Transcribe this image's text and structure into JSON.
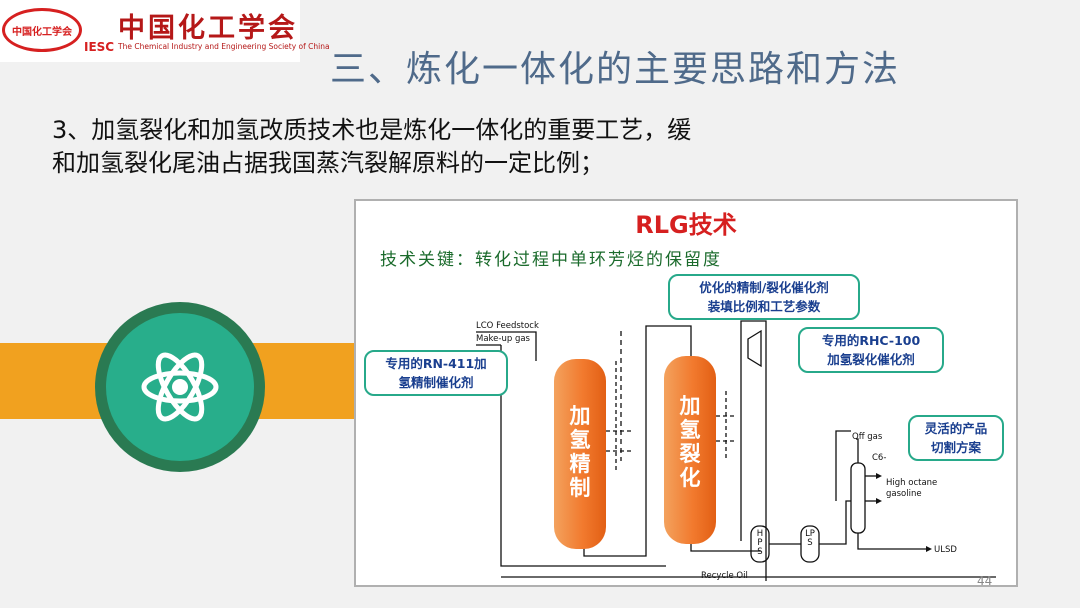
{
  "logo": {
    "oval_text": "中国化工学会",
    "iesc": "IESC",
    "cn_name": "中国化工学会",
    "en_name": "The Chemical Industry and Engineering Society of China"
  },
  "slide": {
    "title": "三、炼化一体化的主要思路和方法",
    "body_text": "3、加氢裂化和加氢改质技术也是炼化一体化的重要工艺，缓和加氢裂化尾油占据我国蒸汽裂解原料的一定比例；",
    "page_number": "44"
  },
  "diagram": {
    "title": "RLG技术",
    "key_point": "技术关键：转化过程中单环芳烃的保留度",
    "callouts": {
      "catalyst_loading": [
        "优化的精制/裂化催化剂",
        "装填比例和工艺参数"
      ],
      "rhc": [
        "专用的RHC-100",
        "加氢裂化催化剂"
      ],
      "rn": [
        "专用的RN-411加",
        "氢精制催化剂"
      ],
      "product": [
        "灵活的产品",
        "切割方案"
      ]
    },
    "reactor1_label": "加氢精制",
    "reactor2_label": "加氢裂化",
    "labels": {
      "feed": "LCO Feedstock",
      "makeup": "Make-up gas",
      "offgas": "Off gas",
      "c6": "C6-",
      "gasoline": "High octane\ngasoline",
      "ulsd": "ULSD",
      "recycle": "Recycle Oil",
      "hps": "HPS",
      "lps": "LPS"
    }
  },
  "colors": {
    "title_blue": "#4f6a8a",
    "logo_red": "#d62020",
    "accent_orange": "#f1a11f",
    "teal": "#28ae8b",
    "dark_green": "#2a7a52",
    "reactor_orange": "#f27a2e",
    "callout_text": "#1a3f8f"
  },
  "icons": {
    "central": "atom-icon"
  }
}
